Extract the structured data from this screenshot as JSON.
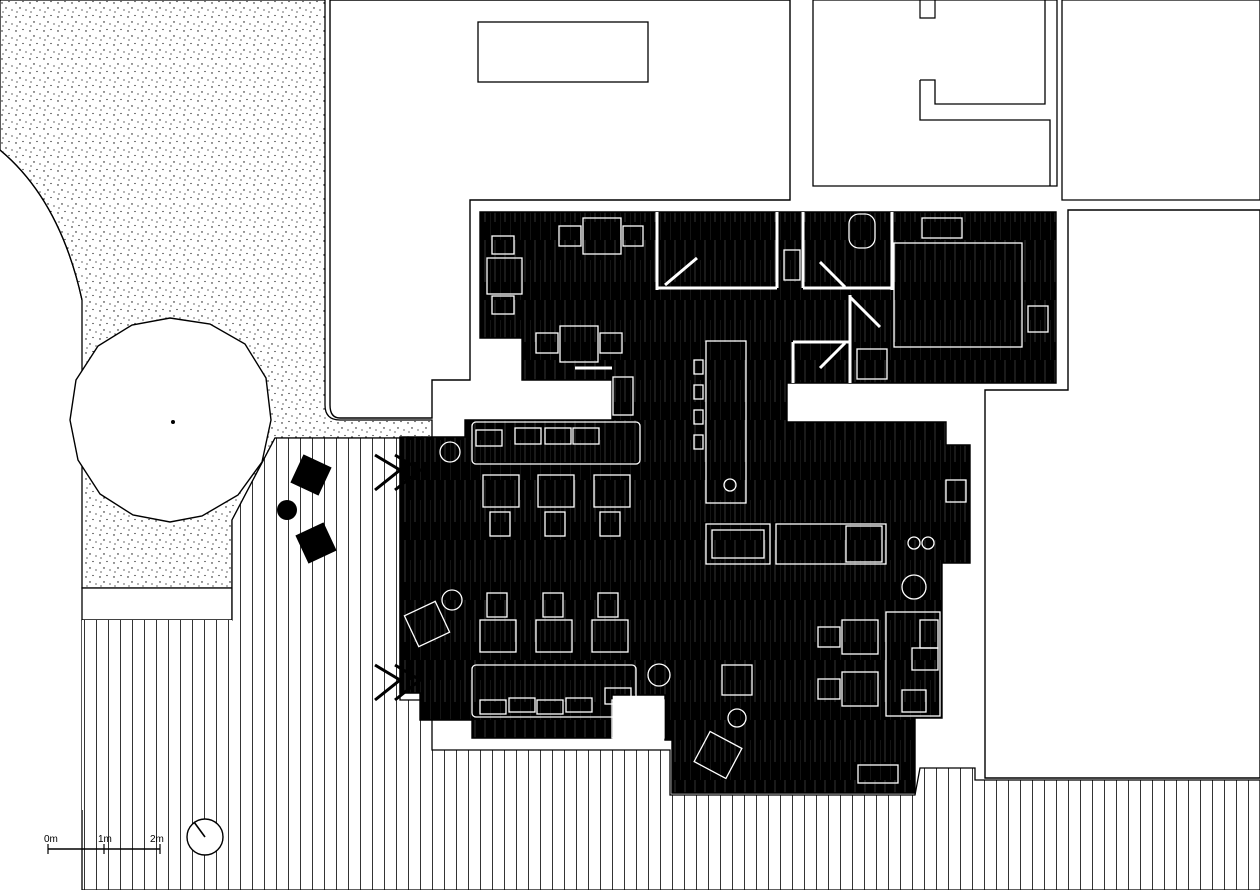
{
  "scale_bar": {
    "labels": [
      "0m",
      "1m",
      "2m"
    ]
  },
  "north_arrow": {
    "icon": "north-arrow-icon"
  },
  "colors": {
    "floor": "#000000",
    "background": "#ffffff",
    "line": "#000000",
    "furniture_outline": "#ffffff"
  }
}
